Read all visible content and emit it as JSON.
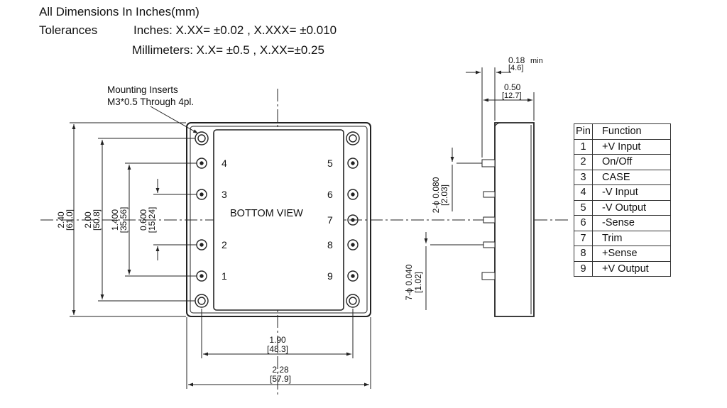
{
  "header": {
    "line1": "All Dimensions In Inches(mm)",
    "tolerance_label": "Tolerances",
    "tolerance_inches": "Inches: X.XX= ±0.02 , X.XXX= ±0.010",
    "tolerance_mm": "Millimeters: X.X= ±0.5 , X.XX=±0.25"
  },
  "bottom_view": {
    "label": "BOTTOM VIEW",
    "mounting_note_1": "Mounting Inserts",
    "mounting_note_2": "M3*0.5 Through 4pl.",
    "pin_numbers_left": [
      "4",
      "3",
      "2",
      "1"
    ],
    "pin_numbers_right": [
      "5",
      "6",
      "7",
      "8",
      "9"
    ]
  },
  "dimensions": {
    "height_total": {
      "in": "2.40",
      "mm": "[61.0]"
    },
    "insert_spacing_v": {
      "in": "2.00",
      "mm": "[50.8]"
    },
    "pin_span_v": {
      "in": "1.400",
      "mm": "[35.56]"
    },
    "pin_pitch_v": {
      "in": "0.600",
      "mm": "[15.24]"
    },
    "insert_spacing_h": {
      "in": "1.90",
      "mm": "[48.3]"
    },
    "width_total": {
      "in": "2.28",
      "mm": "[57.9]"
    },
    "pin_length_min": {
      "in": "0.18",
      "unit": "min",
      "mm": "[4.6]"
    },
    "case_height": {
      "in": "0.50",
      "mm": "[12.7]"
    },
    "pin_dia_large": {
      "in": "2-ϕ 0.080",
      "mm": "[2.03]"
    },
    "pin_dia_small": {
      "in": "7-ϕ 0.040",
      "mm": "[1.02]"
    }
  },
  "pin_table": {
    "headers": [
      "Pin",
      "Function"
    ],
    "rows": [
      [
        "1",
        "+V Input"
      ],
      [
        "2",
        "On/Off"
      ],
      [
        "3",
        "CASE"
      ],
      [
        "4",
        "-V Input"
      ],
      [
        "5",
        "-V Output"
      ],
      [
        "6",
        "-Sense"
      ],
      [
        "7",
        "Trim"
      ],
      [
        "8",
        "+Sense"
      ],
      [
        "9",
        "+V Output"
      ]
    ]
  }
}
